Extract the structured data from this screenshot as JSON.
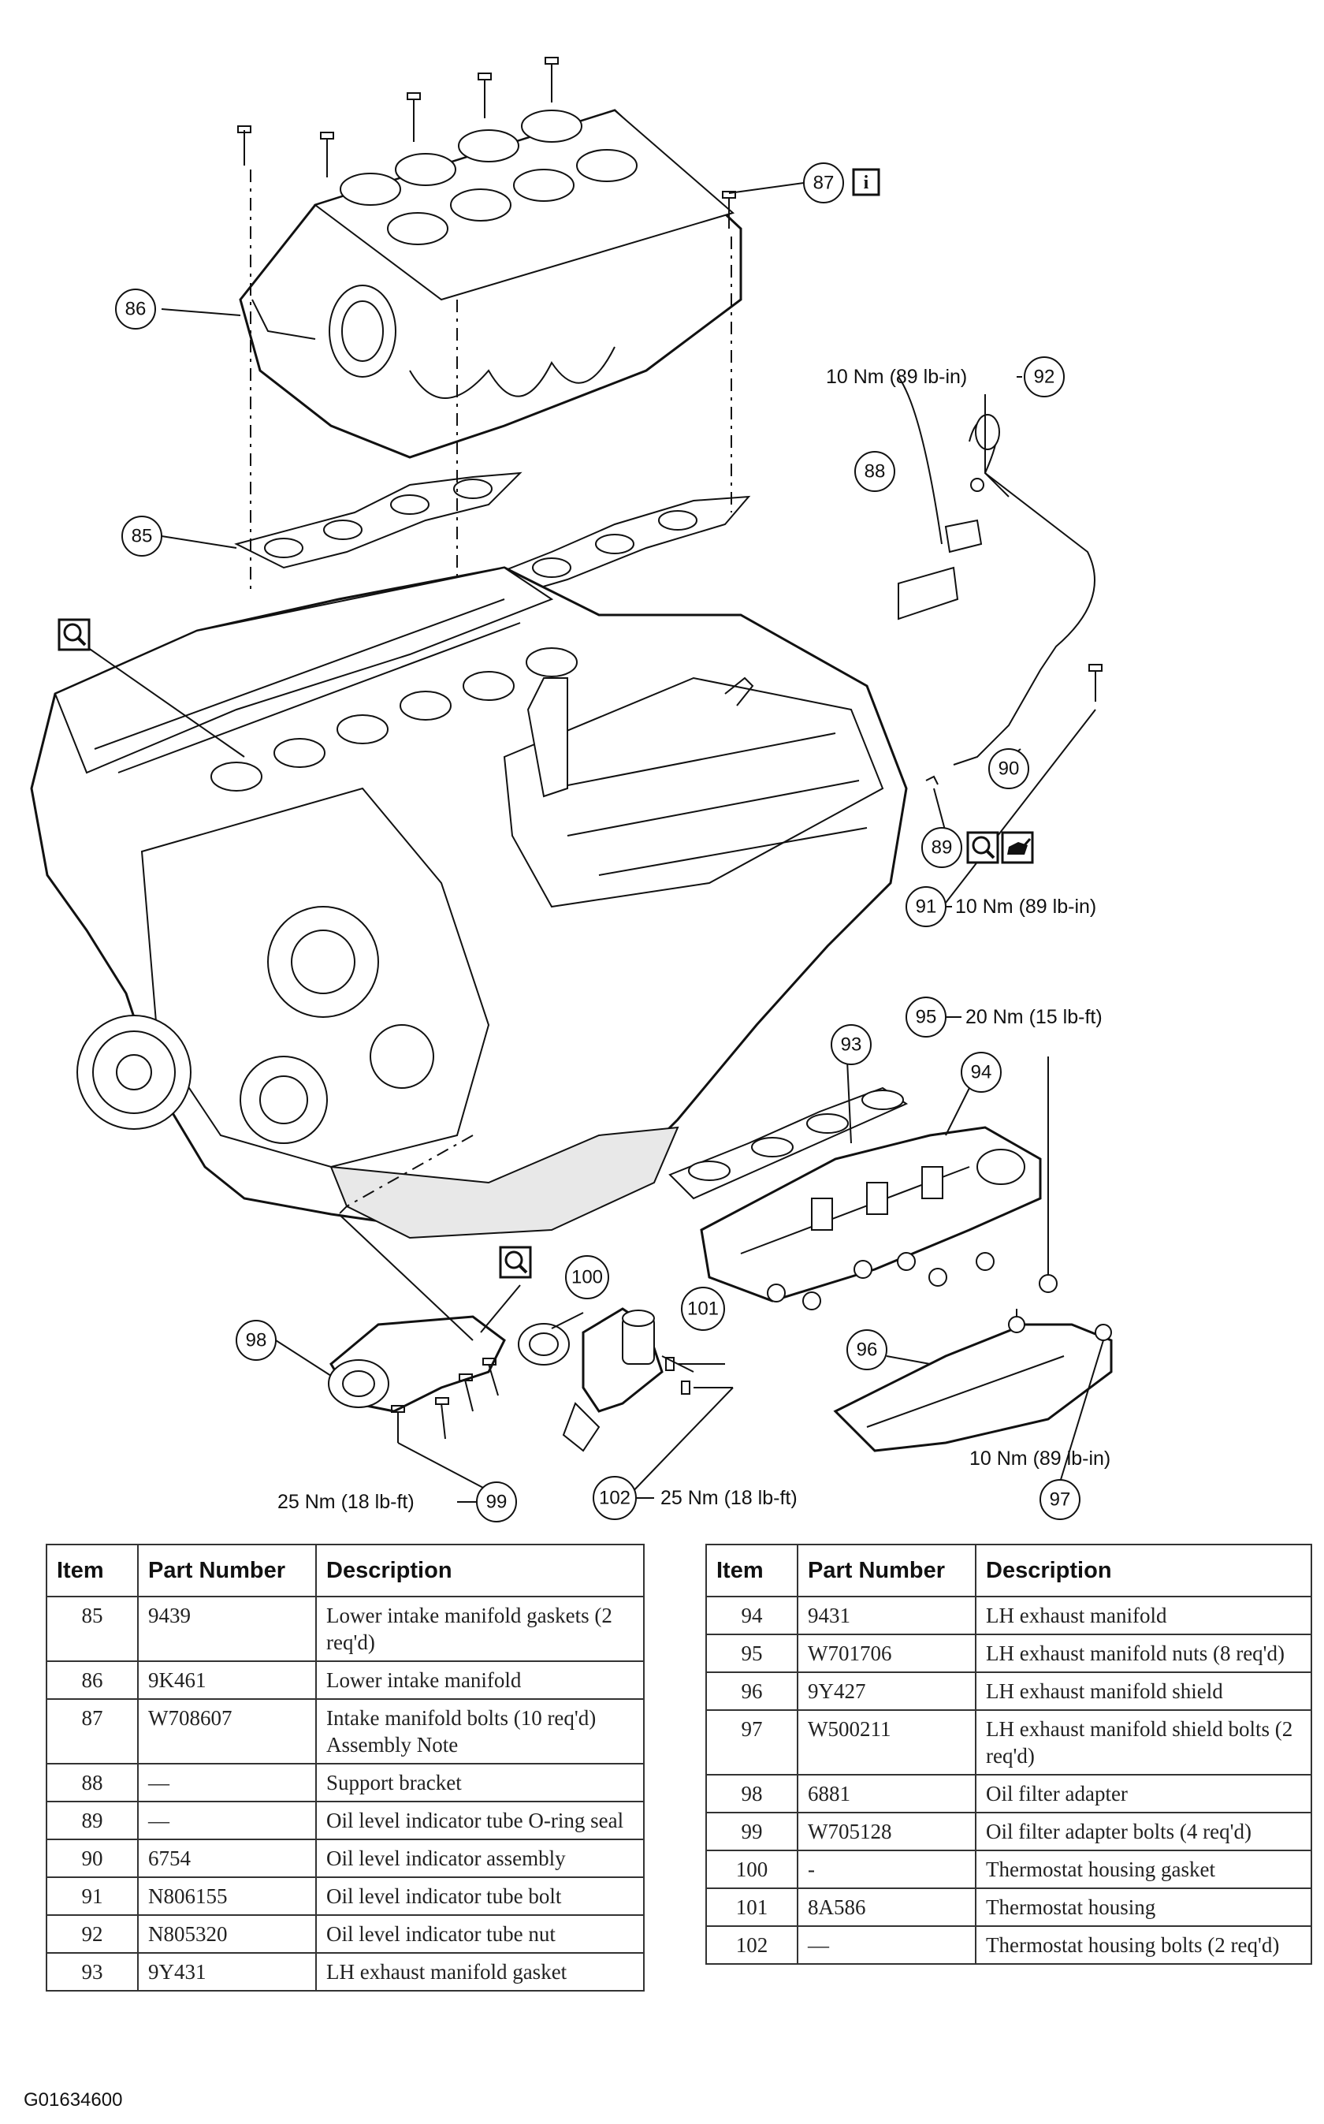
{
  "callouts": {
    "c85": "85",
    "c86": "86",
    "c87": "87",
    "c88": "88",
    "c89": "89",
    "c90": "90",
    "c91": "91",
    "c92": "92",
    "c93": "93",
    "c94": "94",
    "c95": "95",
    "c96": "96",
    "c97": "97",
    "c98": "98",
    "c99": "99",
    "c100": "100",
    "c101": "101",
    "c102": "102"
  },
  "torques": {
    "t92": "10 Nm (89 lb-in)",
    "t91": "10 Nm (89 lb-in)",
    "t95": "20 Nm (15 lb-ft)",
    "t97": "10 Nm (89 lb-in)",
    "t99": "25 Nm (18 lb-ft)",
    "t102": "25 Nm (18 lb-ft)"
  },
  "icons": {
    "info_symbol": "i",
    "icon_names": [
      "info-icon",
      "inspect-magnifier-icon",
      "oil-can-icon"
    ]
  },
  "table_headers": {
    "item": "Item",
    "part_number": "Part Number",
    "description": "Description"
  },
  "table_left": [
    {
      "item": "85",
      "pn": "9439",
      "desc": "Lower intake manifold gaskets (2 req'd)"
    },
    {
      "item": "86",
      "pn": "9K461",
      "desc": "Lower intake manifold"
    },
    {
      "item": "87",
      "pn": "W708607",
      "desc": "Intake manifold bolts (10 req'd)",
      "desc2": "Assembly Note"
    },
    {
      "item": "88",
      "pn": "—",
      "desc": "Support bracket"
    },
    {
      "item": "89",
      "pn": "—",
      "desc": "Oil level indicator tube O-ring seal"
    },
    {
      "item": "90",
      "pn": "6754",
      "desc": "Oil level indicator assembly"
    },
    {
      "item": "91",
      "pn": "N806155",
      "desc": "Oil level indicator tube bolt"
    },
    {
      "item": "92",
      "pn": "N805320",
      "desc": "Oil level indicator tube nut"
    },
    {
      "item": "93",
      "pn": "9Y431",
      "desc": "LH exhaust manifold gasket"
    }
  ],
  "table_right": [
    {
      "item": "94",
      "pn": "9431",
      "desc": "LH exhaust manifold"
    },
    {
      "item": "95",
      "pn": "W701706",
      "desc": "LH exhaust manifold nuts (8 req'd)"
    },
    {
      "item": "96",
      "pn": "9Y427",
      "desc": "LH exhaust manifold shield"
    },
    {
      "item": "97",
      "pn": "W500211",
      "desc": "LH exhaust manifold shield bolts (2 req'd)"
    },
    {
      "item": "98",
      "pn": "6881",
      "desc": "Oil filter adapter"
    },
    {
      "item": "99",
      "pn": "W705128",
      "desc": "Oil filter adapter bolts (4 req'd)"
    },
    {
      "item": "100",
      "pn": "-",
      "desc": "Thermostat housing gasket"
    },
    {
      "item": "101",
      "pn": "8A586",
      "desc": "Thermostat housing"
    },
    {
      "item": "102",
      "pn": "—",
      "desc": "Thermostat housing bolts (2 req'd)"
    }
  ],
  "figure_id": "G01634600"
}
